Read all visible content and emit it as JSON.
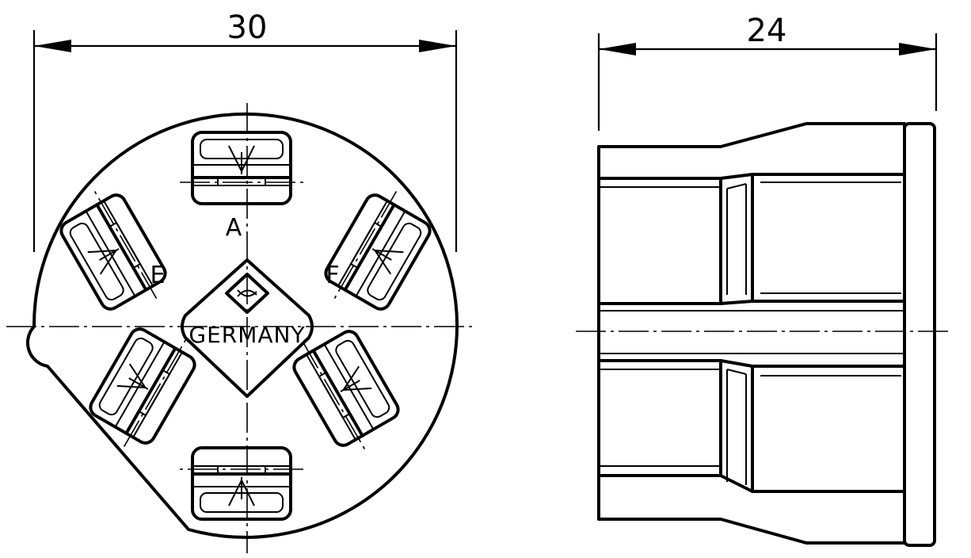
{
  "front_view": {
    "width_dimension": "30",
    "contact_labels": [
      "A",
      "E",
      "F"
    ],
    "country_mark": "GERMANY"
  },
  "side_view": {
    "width_dimension": "24"
  },
  "colors": {
    "line": "#000000",
    "background": "#ffffff"
  }
}
